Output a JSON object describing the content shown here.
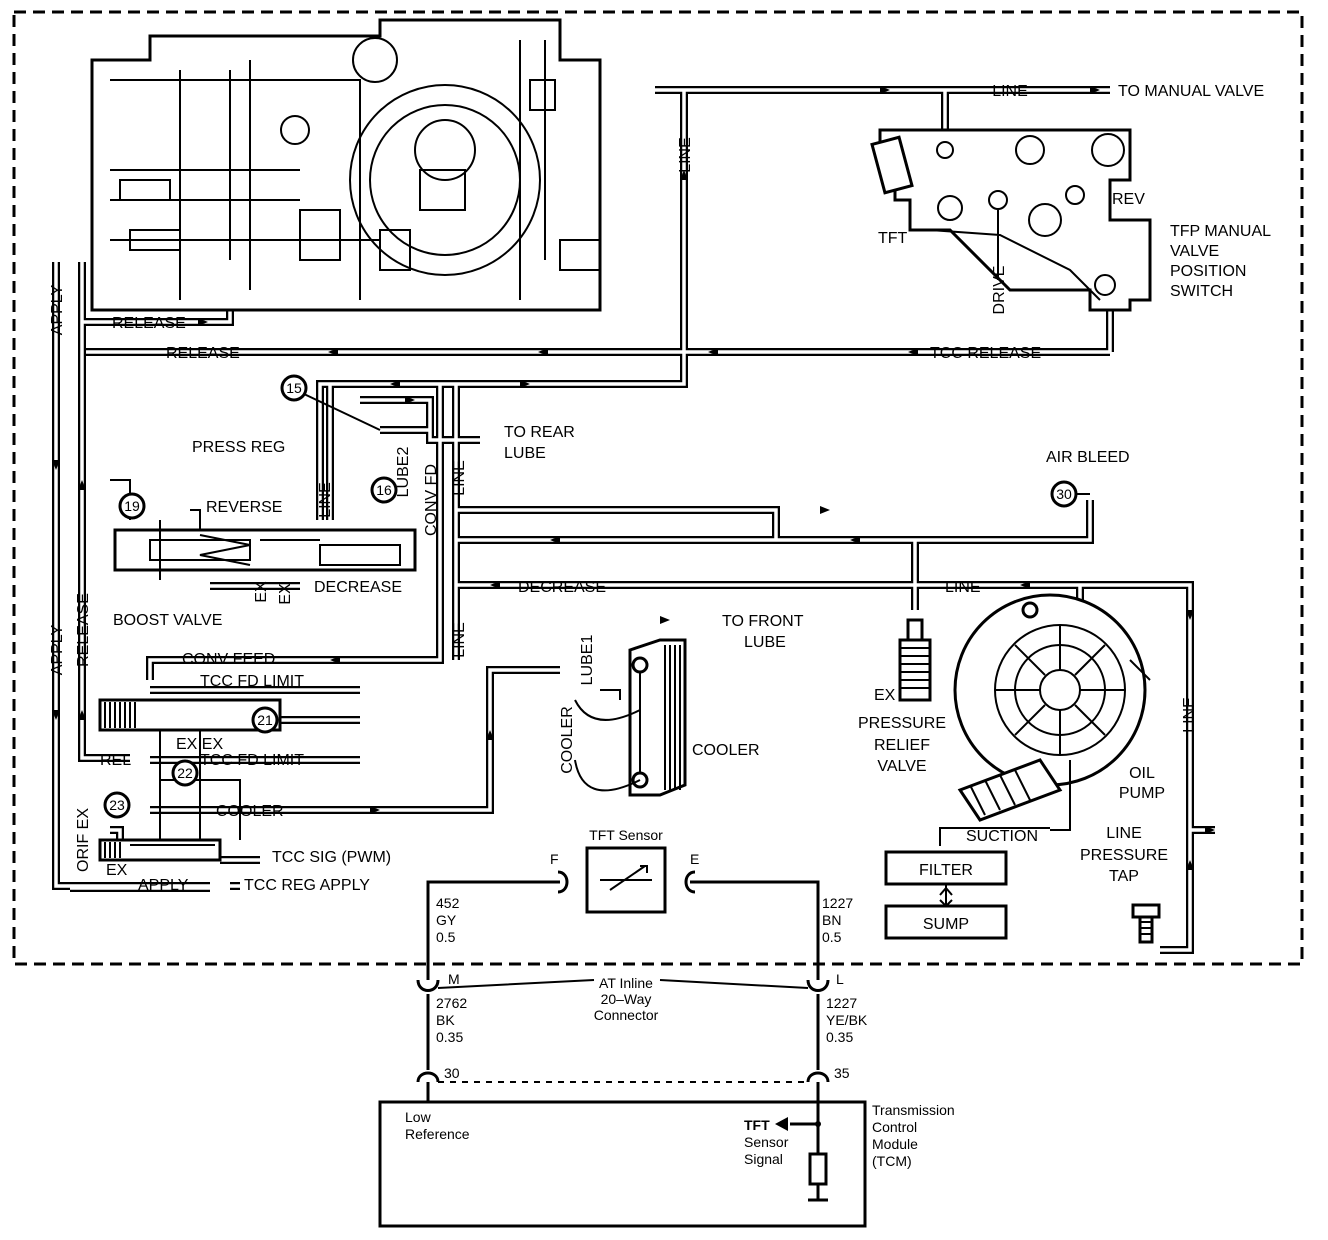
{
  "hydraulic": {
    "line": "LINE",
    "to_manual_valve": "TO MANUAL VALVE",
    "release": "RELEASE",
    "apply": "APPLY",
    "tcc_release": "TCC RELEASE",
    "tft": "TFT",
    "drive": "DRIVE",
    "rev": "REV",
    "tfp_switch": [
      "TFP MANUAL",
      "VALVE",
      "POSITION",
      "SWITCH"
    ],
    "to_rear_lube": [
      "TO REAR",
      "LUBE"
    ],
    "press_reg": "PRESS REG",
    "lube2": "LUBE2",
    "conv_fd": "CONV FD",
    "reverse": "REVERSE",
    "decrease": "DECREASE",
    "boost_valve": "BOOST VALVE",
    "ex": "EX",
    "air_bleed": "AIR BLEED",
    "conv_feed": "CONV FEED",
    "tcc_fd_limit": "TCC FD LIMIT",
    "ex_ex": "EX EX",
    "rel": "REL",
    "cooler": "COOLER",
    "orif_ex": "ORIF EX",
    "tcc_sig": "TCC SIG (PWM)",
    "tcc_reg_apply": "TCC REG APPLY",
    "to_front_lube": [
      "TO FRONT",
      "LUBE"
    ],
    "lube1": "LUBE1",
    "pressure_relief": [
      "PRESSURE",
      "RELIEF",
      "VALVE"
    ],
    "oil_pump": [
      "OIL",
      "PUMP"
    ],
    "suction": "SUCTION",
    "filter": "FILTER",
    "sump": "SUMP",
    "line_pressure_tap": [
      "LINE",
      "PRESSURE",
      "TAP"
    ],
    "callouts": [
      "15",
      "16",
      "19",
      "21",
      "22",
      "23",
      "30"
    ]
  },
  "electrical": {
    "sensor_title": "TFT Sensor",
    "pin_f": "F",
    "pin_e": "E",
    "wire_left_top": [
      "452",
      "GY",
      "0.5"
    ],
    "wire_right_top": [
      "1227",
      "BN",
      "0.5"
    ],
    "pin_m": "M",
    "pin_l": "L",
    "connector": [
      "AT Inline",
      "20–Way",
      "Connector"
    ],
    "wire_left_bottom": [
      "2762",
      "BK",
      "0.35"
    ],
    "wire_right_bottom": [
      "1227",
      "YE/BK",
      "0.35"
    ],
    "pin_30": "30",
    "pin_35": "35",
    "low_reference": [
      "Low",
      "Reference"
    ],
    "tft_signal": [
      "TFT",
      "Sensor",
      "Signal"
    ],
    "tcm": [
      "Transmission",
      "Control",
      "Module",
      "(TCM)"
    ]
  }
}
